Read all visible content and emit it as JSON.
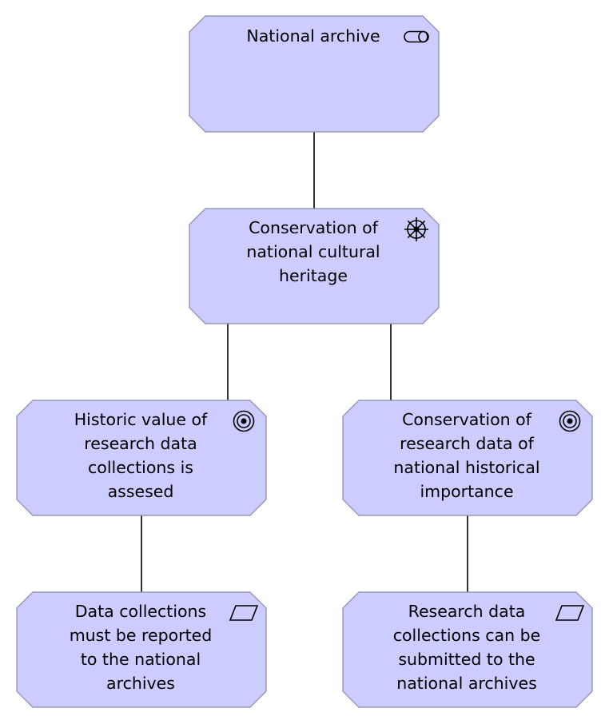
{
  "diagram": {
    "type": "archimate-motivation",
    "nodes": [
      {
        "id": "n1",
        "kind": "stakeholder",
        "icon": "stakeholder-icon",
        "lines": [
          "National archive"
        ]
      },
      {
        "id": "n2",
        "kind": "driver",
        "icon": "driver-icon",
        "lines": [
          "Conservation of",
          "national cultural",
          "heritage"
        ]
      },
      {
        "id": "n3",
        "kind": "goal",
        "icon": "goal-icon",
        "lines": [
          "Historic value of",
          "research data",
          "collections is",
          "assesed"
        ]
      },
      {
        "id": "n4",
        "kind": "goal",
        "icon": "goal-icon",
        "lines": [
          "Conservation of",
          "research data of",
          "national historical",
          "importance"
        ]
      },
      {
        "id": "n5",
        "kind": "requirement",
        "icon": "requirement-icon",
        "lines": [
          "Data collections",
          "must be reported",
          "to the national",
          "archives"
        ]
      },
      {
        "id": "n6",
        "kind": "requirement",
        "icon": "requirement-icon",
        "lines": [
          "Research data",
          "collections can be",
          "submitted to the",
          "national archives"
        ]
      }
    ],
    "edges": [
      {
        "from": "n1",
        "to": "n2"
      },
      {
        "from": "n2",
        "to": "n3"
      },
      {
        "from": "n2",
        "to": "n4"
      },
      {
        "from": "n3",
        "to": "n5"
      },
      {
        "from": "n4",
        "to": "n6"
      }
    ],
    "colors": {
      "node_fill": "#ccccff",
      "node_border": "#8a8aaa",
      "edge": "#000000",
      "text": "#000000"
    }
  }
}
